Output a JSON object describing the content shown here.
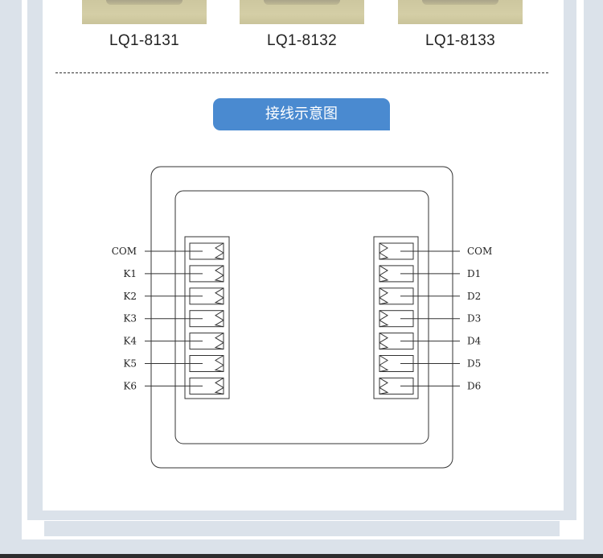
{
  "products": [
    {
      "model": "LQ1-8131"
    },
    {
      "model": "LQ1-8132"
    },
    {
      "model": "LQ1-8133"
    }
  ],
  "section_title": "接线示意图",
  "diagram": {
    "left_labels": [
      "COM",
      "K1",
      "K2",
      "K3",
      "K4",
      "K5",
      "K6"
    ],
    "right_labels": [
      "COM",
      "D1",
      "D2",
      "D3",
      "D4",
      "D5",
      "D6"
    ]
  },
  "colors": {
    "banner": "#4a8ad0",
    "background": "#dbe2ea",
    "panel": "#ffffff",
    "line": "#333333"
  }
}
